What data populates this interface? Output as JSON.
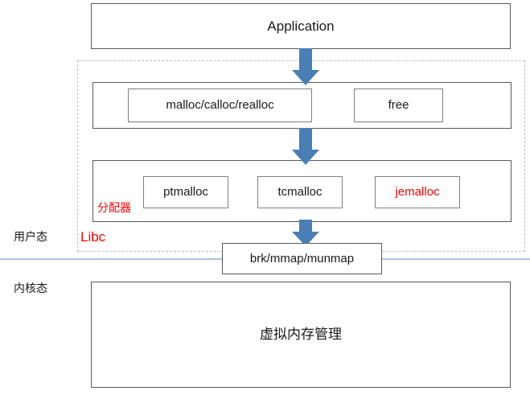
{
  "diagram": {
    "title": "Memory allocation stack",
    "colors": {
      "arrow_blue": "#4a7fb5",
      "boundary_line": "#a8c6e2",
      "highlight_red": "#ff0000",
      "box_border": "#595959",
      "dashed_border": "#bfbfbf"
    }
  },
  "layers": {
    "application": {
      "label": "Application"
    },
    "libc": {
      "region_label": "Libc",
      "api_functions": [
        {
          "label": "malloc/calloc/realloc"
        },
        {
          "label": "free"
        }
      ],
      "allocator_label": "分配器",
      "allocators": [
        {
          "label": "ptmalloc",
          "highlighted": false
        },
        {
          "label": "tcmalloc",
          "highlighted": false
        },
        {
          "label": "jemalloc",
          "highlighted": true
        }
      ]
    },
    "syscalls": {
      "label": "brk/mmap/munmap"
    },
    "kernel": {
      "label": "虚拟内存管理"
    }
  },
  "mode_labels": {
    "user": "用户态",
    "kernel": "内核态"
  },
  "arrows": [
    {
      "name": "application-to-api",
      "direction": "down"
    },
    {
      "name": "api-to-allocator",
      "direction": "down"
    },
    {
      "name": "allocator-to-syscall",
      "direction": "down"
    }
  ]
}
